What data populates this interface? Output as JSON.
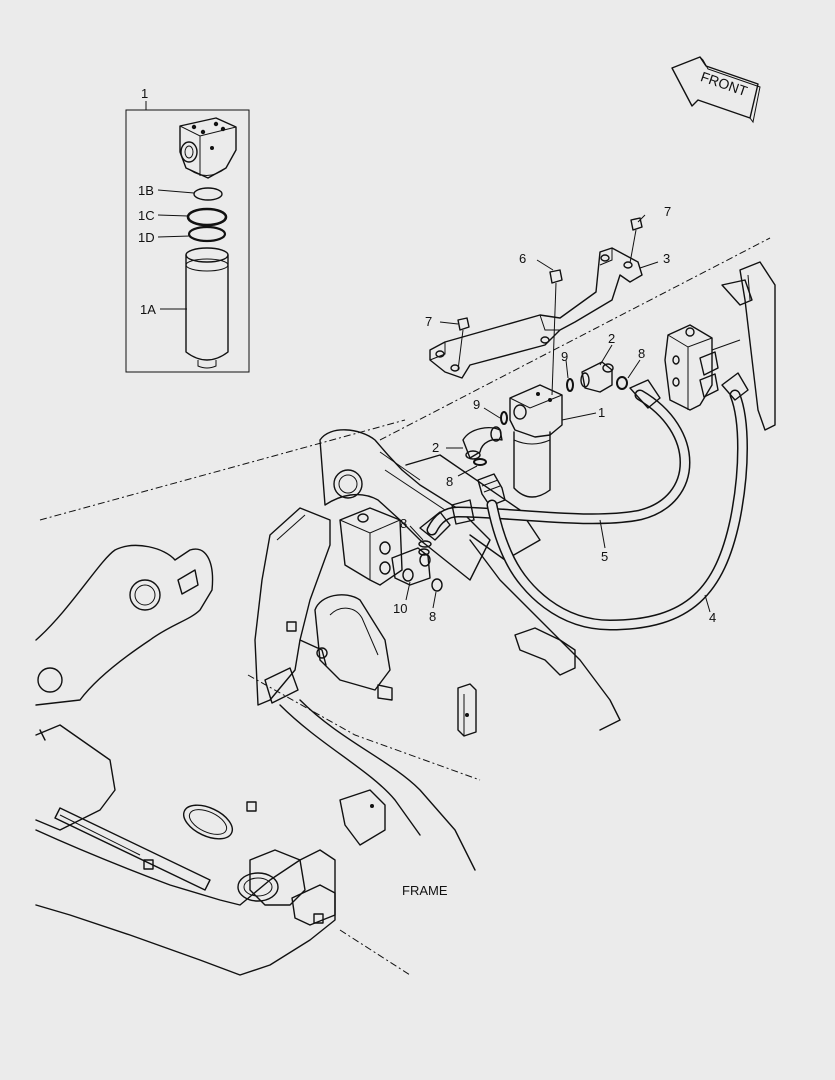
{
  "callouts": {
    "c1_inset": "1",
    "c1b": "1B",
    "c1c": "1C",
    "c1d": "1D",
    "c1a": "1A",
    "c7_top": "7",
    "c6": "6",
    "c3": "3",
    "c7_left": "7",
    "c2_right": "2",
    "c8_right": "8",
    "c9_right": "9",
    "c9_left": "9",
    "c1_main": "1",
    "c2_left": "2",
    "c8_mid": "8",
    "c8_valve": "8",
    "c5": "5",
    "c4": "4",
    "c10": "10",
    "c8_low": "8"
  },
  "front_label": "FRONT",
  "frame_label": "FRAME"
}
